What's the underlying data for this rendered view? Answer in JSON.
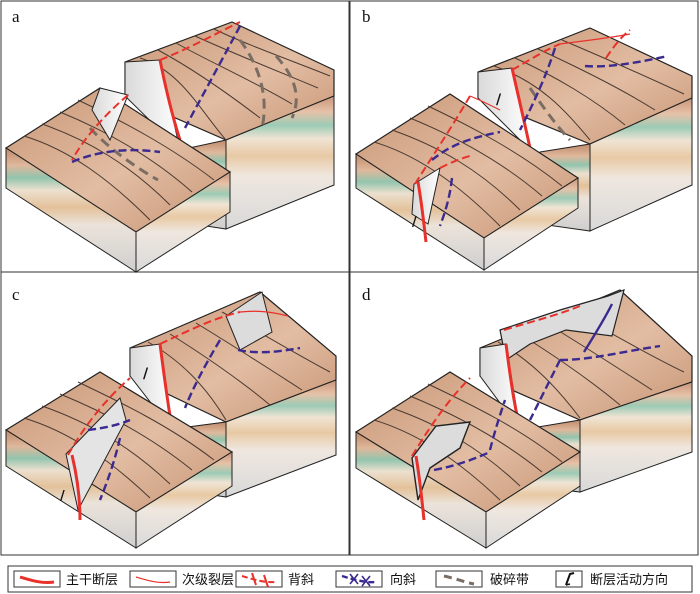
{
  "panels": [
    {
      "label": "a"
    },
    {
      "label": "b"
    },
    {
      "label": "c"
    },
    {
      "label": "d"
    }
  ],
  "legend": [
    {
      "label": "主干断层",
      "icon": "main-fault-icon"
    },
    {
      "label": "次级裂层",
      "icon": "secondary-fault-icon"
    },
    {
      "label": "背斜",
      "icon": "anticline-icon"
    },
    {
      "label": "向斜",
      "icon": "syncline-icon"
    },
    {
      "label": "破碎带",
      "icon": "fracture-zone-icon"
    },
    {
      "label": "断层活动方向",
      "icon": "fault-motion-icon"
    }
  ],
  "colors": {
    "top_surface": "#d7a98a",
    "top_surface_light": "#f1ddd0",
    "contour_line": "#4a3a32",
    "main_fault": "#e8312b",
    "secondary_fault": "#e8312b",
    "anticline": "#e8312b",
    "syncline": "#3b2a8f",
    "fracture_zone": "#7a6d63",
    "layer_green": "#9ccbb5",
    "layer_tan": "#e8c9a4",
    "layer_grey": "#d8d8d8",
    "panel_border": "#333333"
  }
}
